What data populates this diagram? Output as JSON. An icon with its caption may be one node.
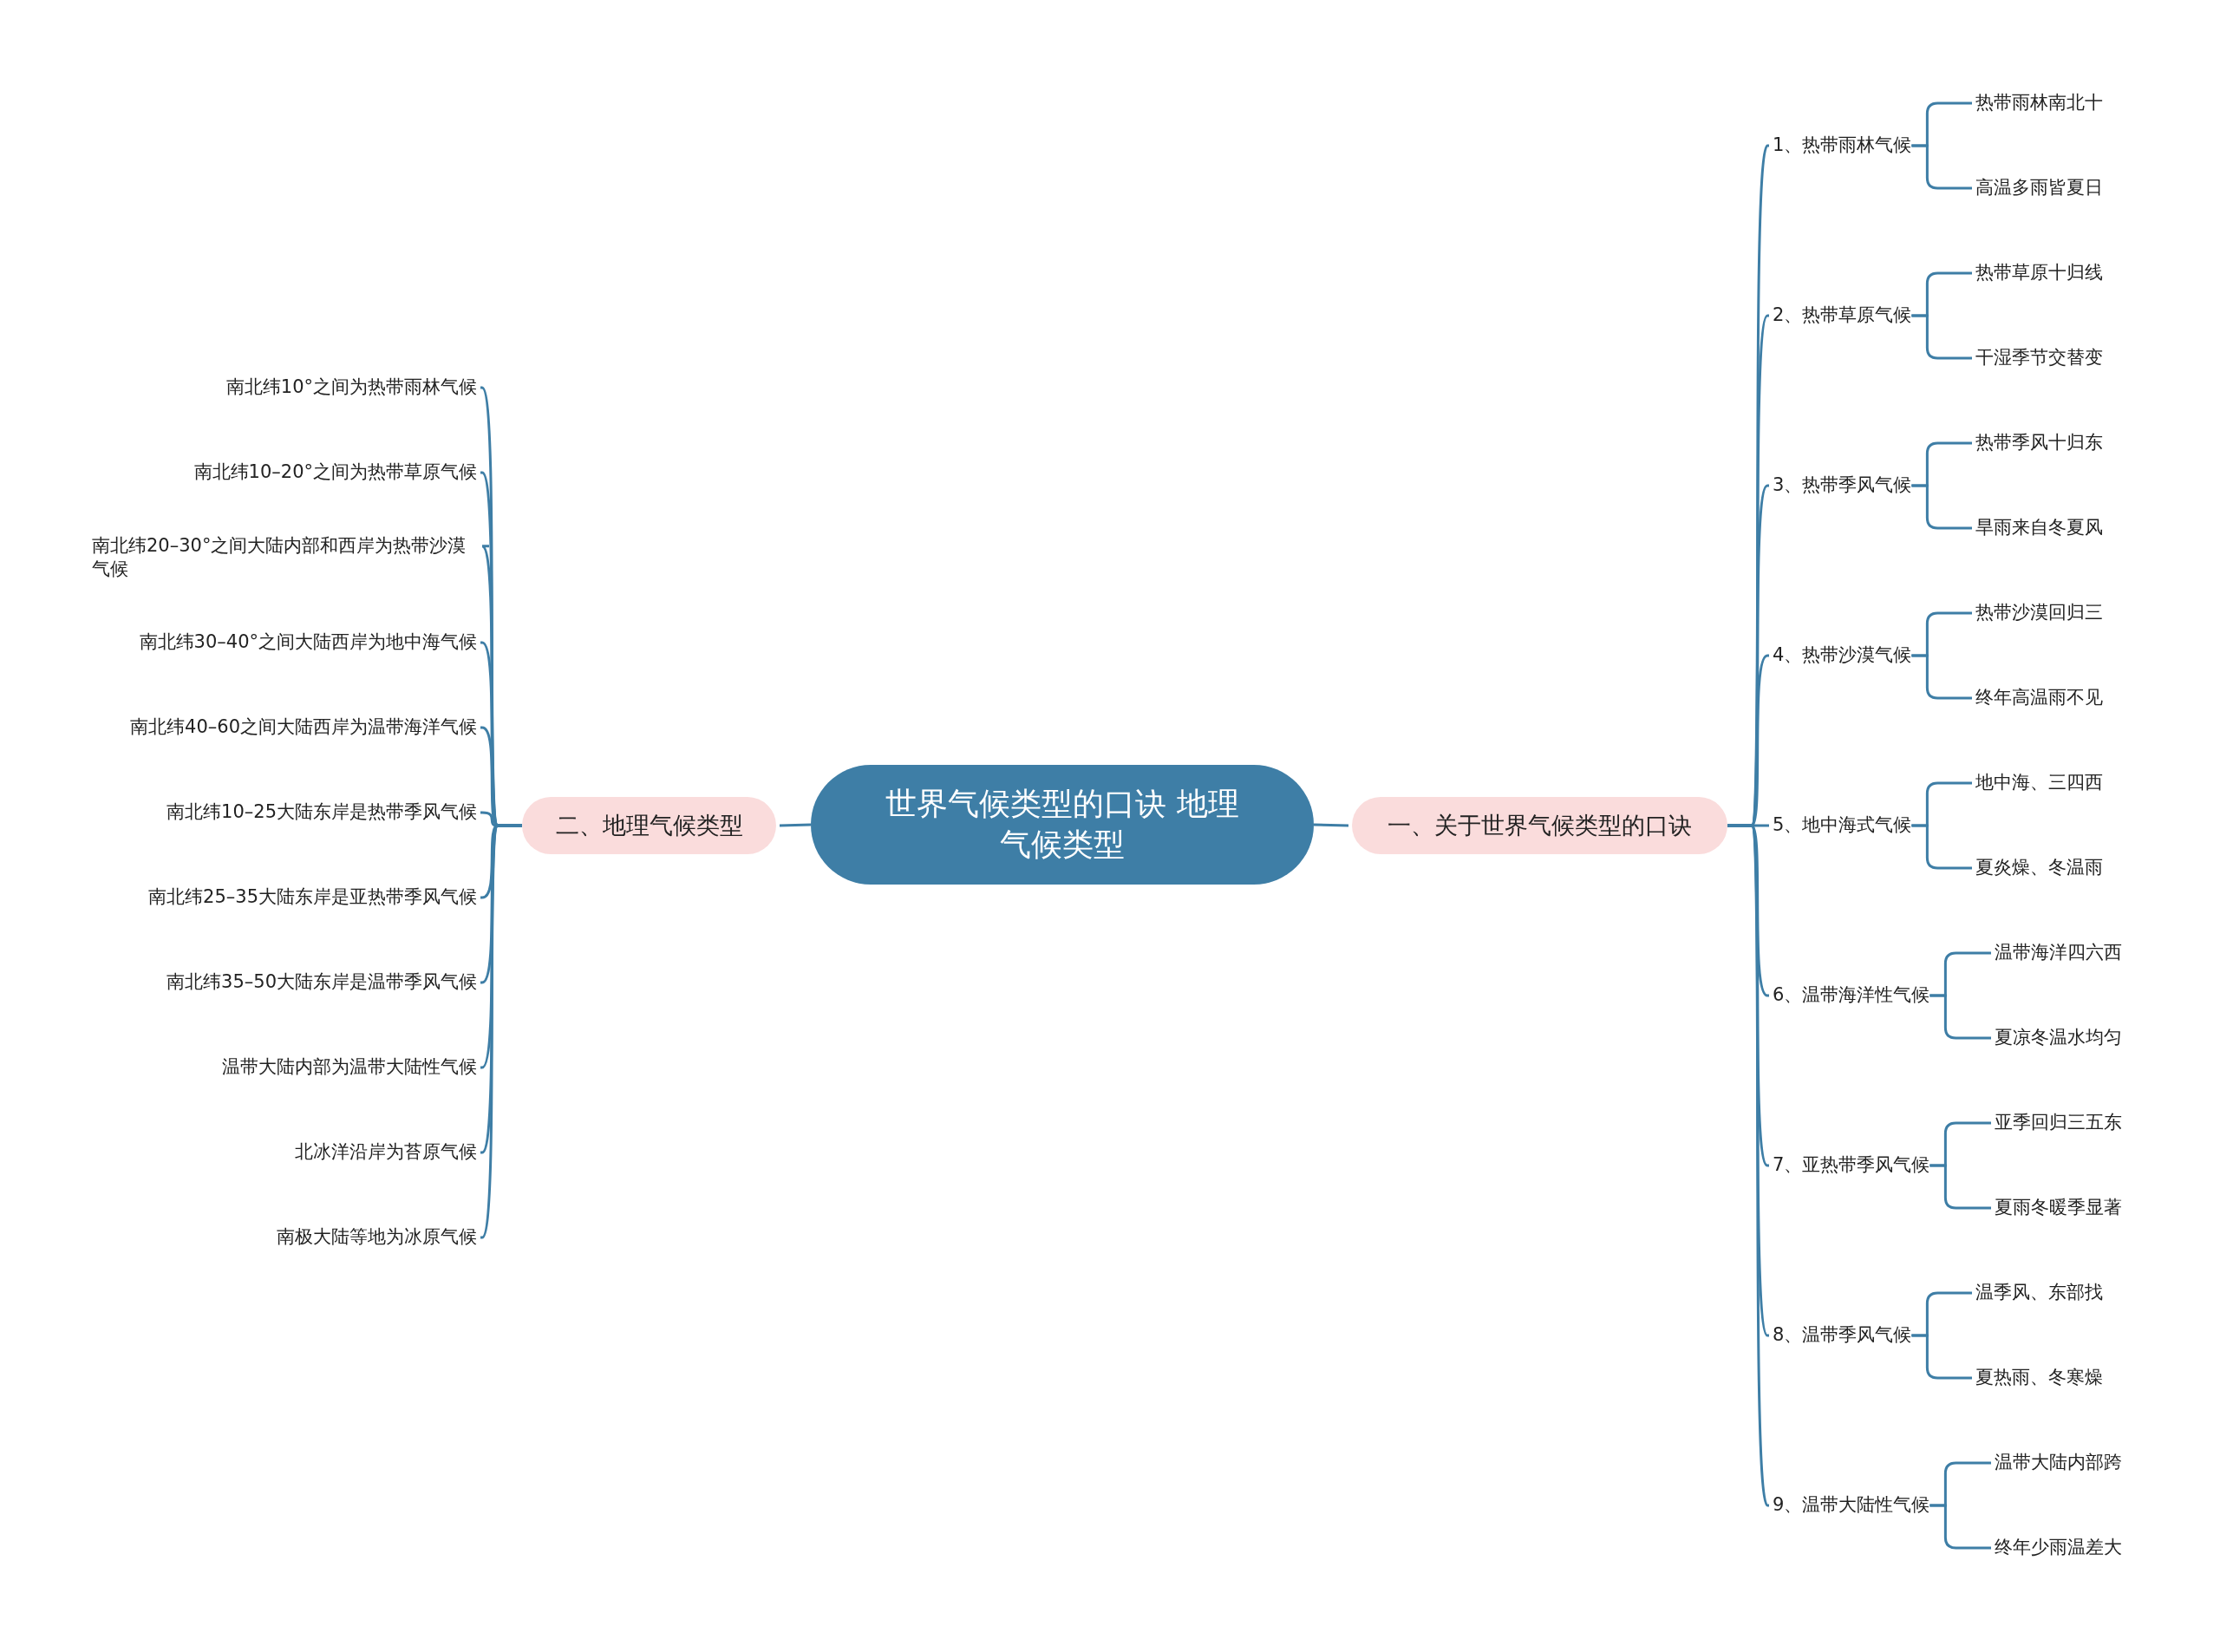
{
  "diagram": {
    "nodes": [
      {
        "text": [
          "世界气候类型的口诀 地理气候类型"
        ]
      },
      {
        "text": [
          "一、关于世界气候类型的口诀"
        ]
      },
      {
        "text": [
          "1、热带雨林气候"
        ]
      },
      {
        "text": [
          "热带雨林南北十"
        ]
      },
      {
        "text": [
          "高温多雨皆夏日"
        ]
      },
      {
        "text": [
          "2、热带草原气候"
        ]
      },
      {
        "text": [
          "热带草原十归线"
        ]
      },
      {
        "text": [
          "干湿季节交替变"
        ]
      },
      {
        "text": [
          "3、热带季风气候"
        ]
      },
      {
        "text": [
          "热带季风十归东"
        ]
      },
      {
        "text": [
          "旱雨来自冬夏风"
        ]
      },
      {
        "text": [
          "4、热带沙漠气候"
        ]
      },
      {
        "text": [
          "热带沙漠回归三"
        ]
      },
      {
        "text": [
          "终年高温雨不见"
        ]
      },
      {
        "text": [
          "5、地中海式气候"
        ]
      },
      {
        "text": [
          "地中海、三四西"
        ]
      },
      {
        "text": [
          "夏炎燥、冬温雨"
        ]
      },
      {
        "text": [
          "6、温带海洋性气候"
        ]
      },
      {
        "text": [
          "温带海洋四六西"
        ]
      },
      {
        "text": [
          "夏凉冬温水均匀"
        ]
      },
      {
        "text": [
          "7、亚热带季风气候"
        ]
      },
      {
        "text": [
          "亚季回归三五东"
        ]
      },
      {
        "text": [
          "夏雨冬暖季显著"
        ]
      },
      {
        "text": [
          "8、温带季风气候"
        ]
      },
      {
        "text": [
          "温季风、东部找"
        ]
      },
      {
        "text": [
          "夏热雨、冬寒燥"
        ]
      },
      {
        "text": [
          "9、温带大陆性气候"
        ]
      },
      {
        "text": [
          "温带大陆内部跨"
        ]
      },
      {
        "text": [
          "终年少雨温差大"
        ]
      },
      {
        "text": [
          "二、地理气候类型"
        ]
      },
      {
        "text": [
          "南北纬10°之间为热带雨林气候"
        ]
      },
      {
        "text": [
          "南北纬10–20°之间为热带草原气候"
        ]
      },
      {
        "text": [
          "南北纬20–30°之间大陆内部和西岸为热带沙漠气候"
        ]
      },
      {
        "text": [
          "南北纬30–40°之间大陆西岸为地中海气候"
        ]
      },
      {
        "text": [
          "南北纬40–60之间大陆西岸为温带海洋气候"
        ]
      },
      {
        "text": [
          "南北纬10–25大陆东岸是热带季风气候"
        ]
      },
      {
        "text": [
          "南北纬25–35大陆东岸是亚热带季风气候"
        ]
      },
      {
        "text": [
          "南北纬35–50大陆东岸是温带季风气候"
        ]
      },
      {
        "text": [
          "温带大陆内部为温带大陆性气候"
        ]
      },
      {
        "text": [
          "北冰洋沿岸为苔原气候"
        ]
      },
      {
        "text": [
          "南极大陆等地为冰原气候"
        ]
      }
    ],
    "edges": [
      {
        "from": 0,
        "to": 1,
        "arrow": "none"
      },
      {
        "from": 1,
        "to": 2,
        "arrow": "none"
      },
      {
        "from": 2,
        "to": 3,
        "arrow": "none"
      },
      {
        "from": 2,
        "to": 4,
        "arrow": "none"
      },
      {
        "from": 1,
        "to": 5,
        "arrow": "none"
      },
      {
        "from": 5,
        "to": 6,
        "arrow": "none"
      },
      {
        "from": 5,
        "to": 7,
        "arrow": "none"
      },
      {
        "from": 1,
        "to": 8,
        "arrow": "none"
      },
      {
        "from": 8,
        "to": 9,
        "arrow": "none"
      },
      {
        "from": 8,
        "to": 10,
        "arrow": "none"
      },
      {
        "from": 1,
        "to": 11,
        "arrow": "none"
      },
      {
        "from": 11,
        "to": 12,
        "arrow": "none"
      },
      {
        "from": 11,
        "to": 13,
        "arrow": "none"
      },
      {
        "from": 1,
        "to": 14,
        "arrow": "none"
      },
      {
        "from": 14,
        "to": 15,
        "arrow": "none"
      },
      {
        "from": 14,
        "to": 16,
        "arrow": "none"
      },
      {
        "from": 1,
        "to": 17,
        "arrow": "none"
      },
      {
        "from": 17,
        "to": 18,
        "arrow": "none"
      },
      {
        "from": 17,
        "to": 19,
        "arrow": "none"
      },
      {
        "from": 1,
        "to": 20,
        "arrow": "none"
      },
      {
        "from": 20,
        "to": 21,
        "arrow": "none"
      },
      {
        "from": 20,
        "to": 22,
        "arrow": "none"
      },
      {
        "from": 1,
        "to": 23,
        "arrow": "none"
      },
      {
        "from": 23,
        "to": 24,
        "arrow": "none"
      },
      {
        "from": 23,
        "to": 25,
        "arrow": "none"
      },
      {
        "from": 1,
        "to": 26,
        "arrow": "none"
      },
      {
        "from": 26,
        "to": 27,
        "arrow": "none"
      },
      {
        "from": 26,
        "to": 28,
        "arrow": "none"
      },
      {
        "from": 0,
        "to": 29,
        "arrow": "none"
      },
      {
        "from": 29,
        "to": 30,
        "arrow": "none"
      },
      {
        "from": 29,
        "to": 31,
        "arrow": "none"
      },
      {
        "from": 29,
        "to": 32,
        "arrow": "none"
      },
      {
        "from": 29,
        "to": 33,
        "arrow": "none"
      },
      {
        "from": 29,
        "to": 34,
        "arrow": "none"
      },
      {
        "from": 29,
        "to": 35,
        "arrow": "none"
      },
      {
        "from": 29,
        "to": 36,
        "arrow": "none"
      },
      {
        "from": 29,
        "to": 37,
        "arrow": "none"
      },
      {
        "from": 29,
        "to": 38,
        "arrow": "none"
      },
      {
        "from": 29,
        "to": 39,
        "arrow": "none"
      },
      {
        "from": 29,
        "to": 40,
        "arrow": "none"
      }
    ]
  }
}
